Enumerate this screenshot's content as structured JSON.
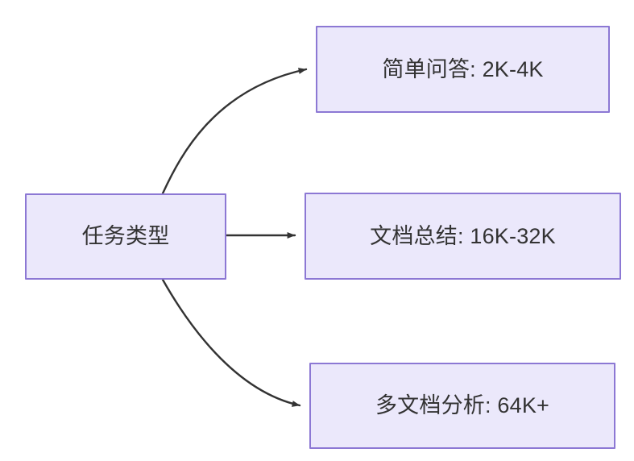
{
  "diagram": {
    "type": "flowchart",
    "direction": "left-to-right",
    "background_color": "#ffffff",
    "node_fill_color": "#ebe8fb",
    "node_border_color": "#8c78d4",
    "node_text_color": "#333333",
    "edge_color": "#333333",
    "nodes": [
      {
        "id": "root",
        "label": "任务类型",
        "role": "source"
      },
      {
        "id": "simple-qa",
        "label": "简单问答: 2K-4K",
        "role": "target"
      },
      {
        "id": "doc-summary",
        "label": "文档总结: 16K-32K",
        "role": "target"
      },
      {
        "id": "multi-doc",
        "label": "多文档分析: 64K+",
        "role": "target"
      }
    ],
    "edges": [
      {
        "id": "edge-root-simple-qa",
        "from": "root",
        "to": "simple-qa",
        "style": "curved",
        "arrow": "filled-triangle"
      },
      {
        "id": "edge-root-doc-summary",
        "from": "root",
        "to": "doc-summary",
        "style": "straight",
        "arrow": "filled-triangle"
      },
      {
        "id": "edge-root-multi-doc",
        "from": "root",
        "to": "multi-doc",
        "style": "curved",
        "arrow": "filled-triangle"
      }
    ]
  }
}
